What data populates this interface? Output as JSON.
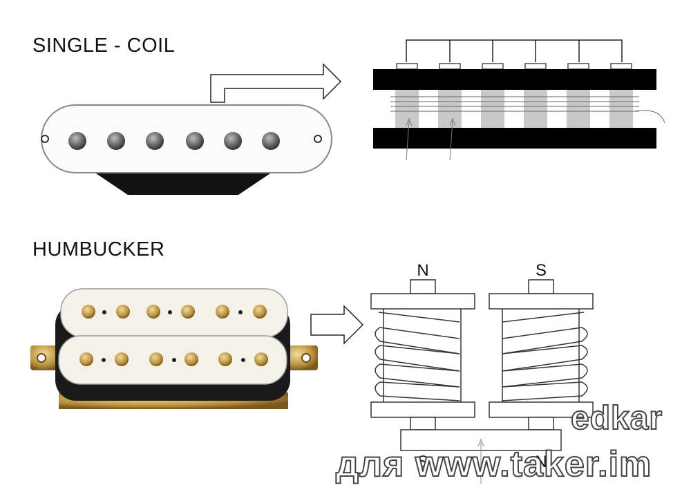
{
  "labels": {
    "single_coil": "SINGLE - COIL",
    "humbucker": "HUMBUCKER"
  },
  "poles": {
    "top_left": "N",
    "top_right": "S",
    "bottom_left": "S",
    "bottom_right": "N"
  },
  "watermark": {
    "line1": "edkar",
    "line2": "для www.taker.im"
  },
  "colors": {
    "black_bar": "#000000",
    "magnet_grey": "#c8c8c8",
    "humbucker_cream": "#f4f1e8",
    "gold": "#c9a24a"
  }
}
